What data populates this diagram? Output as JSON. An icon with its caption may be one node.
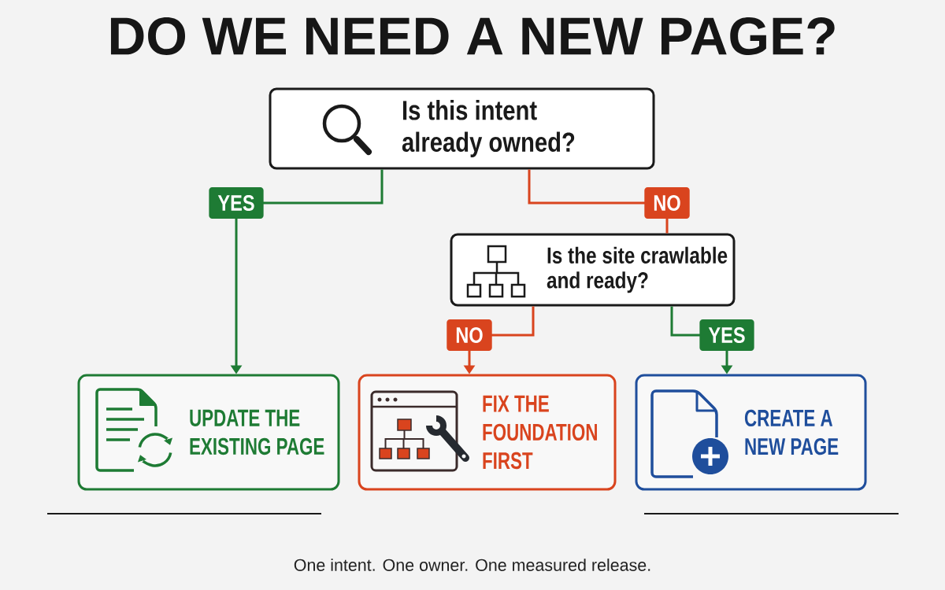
{
  "diagram": {
    "title": "DO WE NEED A NEW PAGE?",
    "caption": "One intent. One owner. One measured release.",
    "nodes": [
      {
        "text": [
          "Is this intent already owned?"
        ]
      },
      {
        "text": [
          "Is the site crawlable and ready?"
        ]
      },
      {
        "text": [
          "UPDATE THE EXISTING PAGE"
        ]
      },
      {
        "text": [
          "FIX THE FOUNDATION FIRST"
        ]
      },
      {
        "text": [
          "CREATE A NEW PAGE"
        ]
      }
    ],
    "edges": [
      {
        "from": 0,
        "to": 2,
        "label": "YES",
        "arrow": "to",
        "color": "#1e7b34"
      },
      {
        "from": 0,
        "to": 1,
        "label": "NO",
        "arrow": "none",
        "color": "#d9441e"
      },
      {
        "from": 1,
        "to": 3,
        "label": "NO",
        "arrow": "to",
        "color": "#d9441e"
      },
      {
        "from": 1,
        "to": 4,
        "label": "YES",
        "arrow": "to",
        "color": "#1e7b34"
      }
    ]
  }
}
